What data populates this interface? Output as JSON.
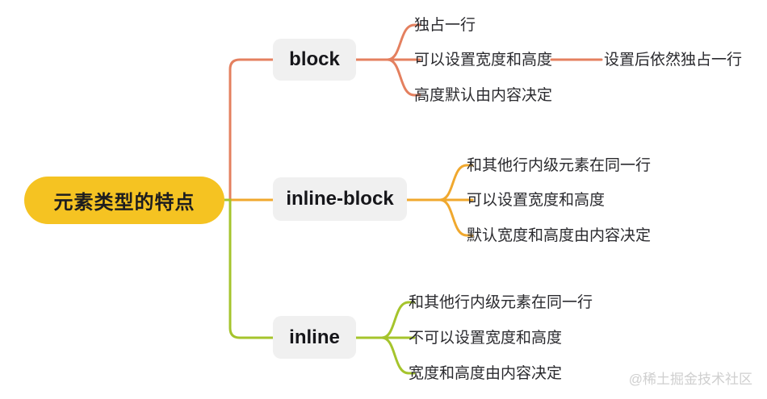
{
  "diagram": {
    "title_node": "元素类型的特点",
    "watermark": "@稀土掘金技术社区",
    "colors": {
      "root_fill": "#F5C322",
      "node_fill": "#F0F0F0",
      "branch_block": "#E4805F",
      "branch_inline_block": "#F0A82E",
      "branch_inline": "#A5C42C",
      "text": "#2a2a2e"
    },
    "branches": [
      {
        "label": "block",
        "color": "#E4805F",
        "children": [
          {
            "label": "独占一行",
            "children": []
          },
          {
            "label": "可以设置宽度和高度",
            "children": [
              {
                "label": "设置后依然独占一行"
              }
            ]
          },
          {
            "label": "高度默认由内容决定",
            "children": []
          }
        ]
      },
      {
        "label": "inline-block",
        "color": "#F0A82E",
        "children": [
          {
            "label": "和其他行内级元素在同一行",
            "children": []
          },
          {
            "label": "可以设置宽度和高度",
            "children": []
          },
          {
            "label": "默认宽度和高度由内容决定",
            "children": []
          }
        ]
      },
      {
        "label": "inline",
        "color": "#A5C42C",
        "children": [
          {
            "label": "和其他行内级元素在同一行",
            "children": []
          },
          {
            "label": "不可以设置宽度和高度",
            "children": []
          },
          {
            "label": "宽度和高度由内容决定",
            "children": []
          }
        ]
      }
    ]
  }
}
